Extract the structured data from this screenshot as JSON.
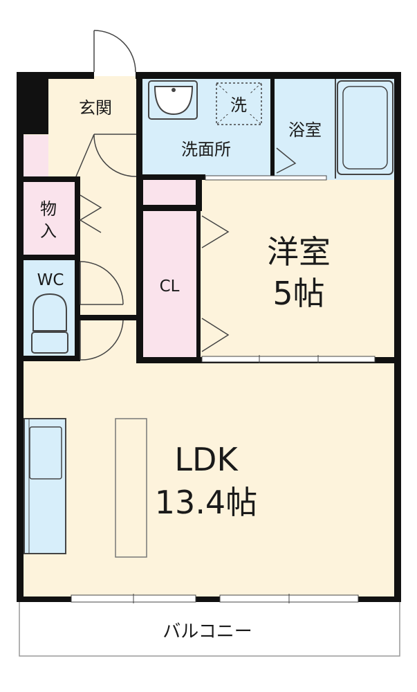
{
  "rooms": {
    "entrance": "玄関",
    "washroom": "洗面所",
    "washer": "洗",
    "bath": "浴室",
    "storage": "物\n入",
    "storage_line1": "物",
    "storage_line2": "入",
    "wc": "WC",
    "closet": "CL",
    "western_room": "洋室",
    "western_room_size": "5帖",
    "ldk": "LDK",
    "ldk_size": "13.4帖",
    "balcony": "バルコニー"
  },
  "colors": {
    "wall": "#111111",
    "floor": "#fdf3dc",
    "wet_area": "#d7eefa",
    "closet": "#fae3ec",
    "balcony": "#ffffff"
  }
}
